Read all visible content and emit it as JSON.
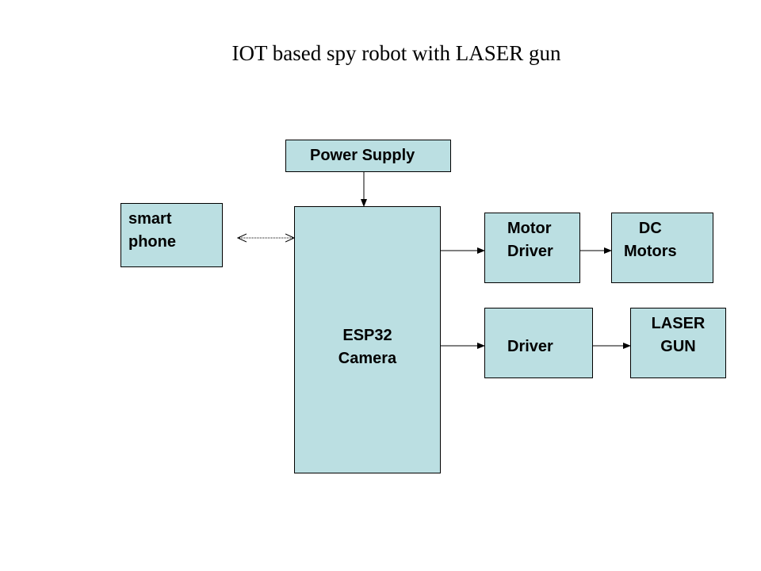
{
  "title": "IOT based spy robot with LASER gun",
  "blocks": {
    "power_supply": "Power Supply",
    "smart_phone": "smart\nphone",
    "esp32_camera": "ESP32\nCamera",
    "motor_driver": "Motor\nDriver",
    "dc_motors": "DC\nMotors",
    "driver": "Driver",
    "laser_gun": "LASER\nGUN"
  },
  "connections": [
    {
      "from": "power_supply",
      "to": "esp32_camera",
      "type": "arrow"
    },
    {
      "from": "smart_phone",
      "to": "esp32_camera",
      "type": "bidirectional-arrow"
    },
    {
      "from": "esp32_camera",
      "to": "motor_driver",
      "type": "arrow"
    },
    {
      "from": "motor_driver",
      "to": "dc_motors",
      "type": "arrow"
    },
    {
      "from": "esp32_camera",
      "to": "driver",
      "type": "arrow"
    },
    {
      "from": "driver",
      "to": "laser_gun",
      "type": "arrow"
    }
  ],
  "colors": {
    "block_fill": "#bbdfe2",
    "line": "#000000"
  }
}
